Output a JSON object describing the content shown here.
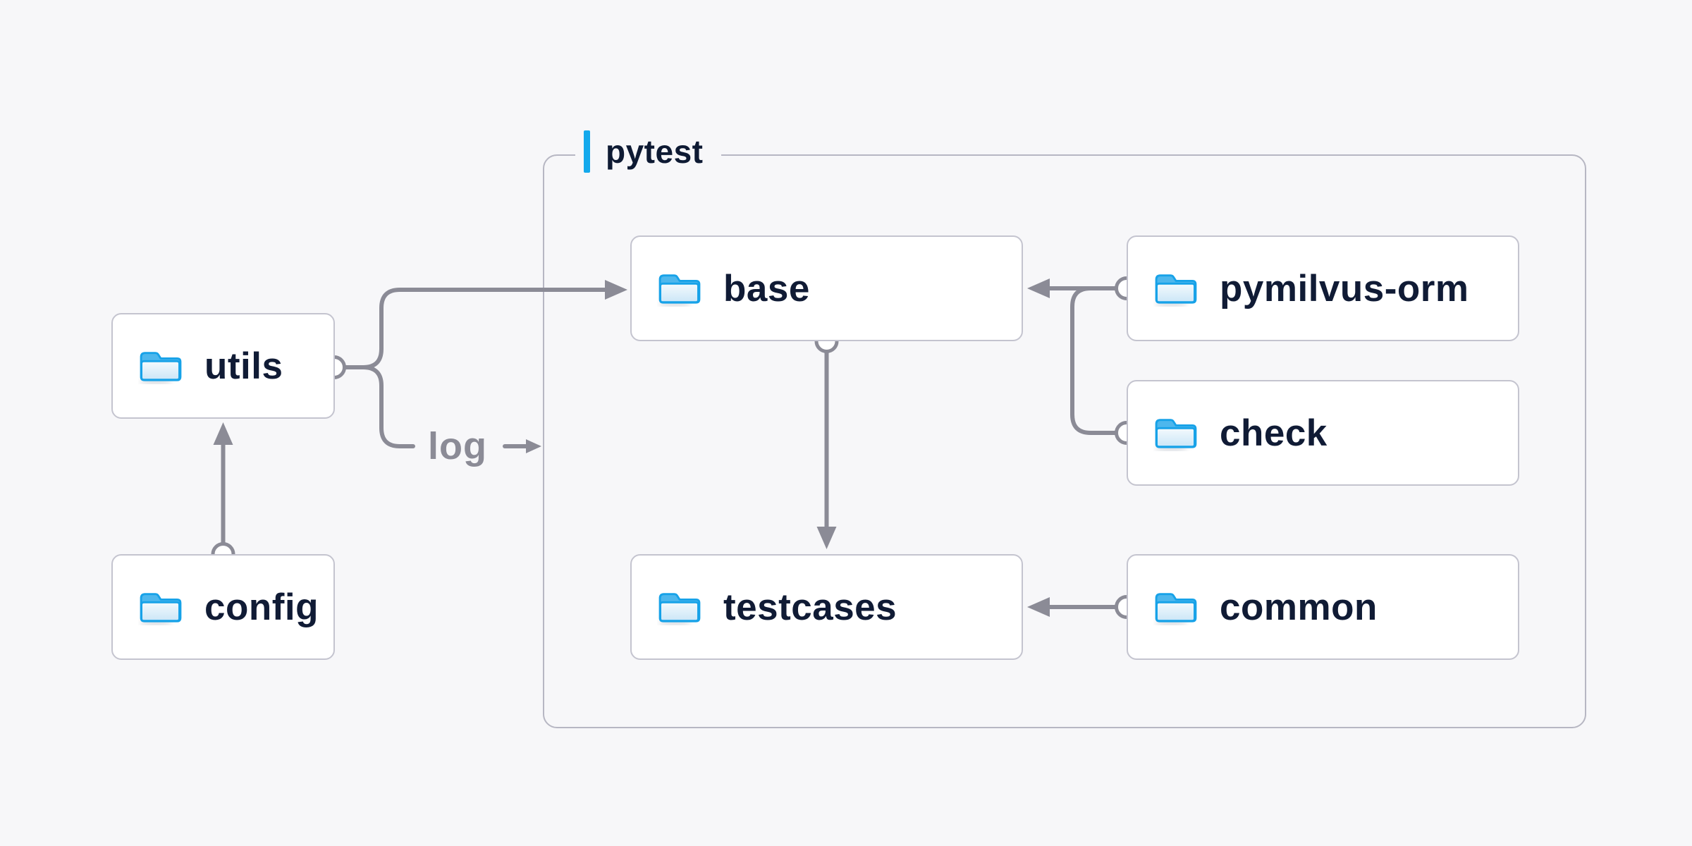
{
  "diagram": {
    "title": "",
    "group": {
      "label": "pytest"
    },
    "nodes": {
      "utils": {
        "label": "utils"
      },
      "config": {
        "label": "config"
      },
      "base": {
        "label": "base"
      },
      "testcases": {
        "label": "testcases"
      },
      "pymilvus_orm": {
        "label": "pymilvus-orm"
      },
      "check": {
        "label": "check"
      },
      "common": {
        "label": "common"
      }
    },
    "edges": [
      {
        "from": "config",
        "to": "utils",
        "label": ""
      },
      {
        "from": "utils",
        "to": "base",
        "label": ""
      },
      {
        "from": "utils",
        "to": "pytest-group",
        "label": "log"
      },
      {
        "from": "base",
        "to": "testcases",
        "label": ""
      },
      {
        "from": "pymilvus-orm",
        "to": "base",
        "label": ""
      },
      {
        "from": "check",
        "to": "base",
        "label": ""
      },
      {
        "from": "common",
        "to": "testcases",
        "label": ""
      }
    ],
    "colors": {
      "background": "#f7f7f9",
      "node_fill": "#ffffff",
      "node_border": "#c4c4cf",
      "group_border": "#b7b7c3",
      "connector": "#8b8b96",
      "text": "#101b35",
      "edge_label_text": "#8b8b96",
      "accent_bar": "#14a9ec",
      "folder_outline": "#17a2e8",
      "folder_tab": "#4db7ed",
      "folder_body_top": "#f4fafd",
      "folder_body_bottom": "#cbe6f7"
    }
  }
}
